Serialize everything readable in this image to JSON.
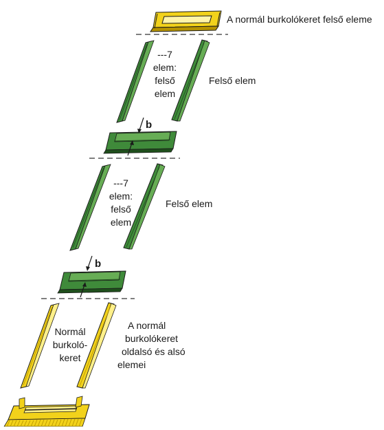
{
  "labels": {
    "top_frame": "A normál burkolókeret felső eleme",
    "step1": {
      "line1": "---7",
      "line2": "elem:",
      "line3": "felső",
      "line4": "elem"
    },
    "step1_side": "Felső elem",
    "b1": "b",
    "step2": {
      "line1": "---7",
      "line2": "elem:",
      "line3": "felső",
      "line4": "elem"
    },
    "step2_side": "Felső elem",
    "b2": "b",
    "normal": {
      "line1": "Normál",
      "line2": "burkoló-",
      "line3": "keret"
    },
    "normal_side": {
      "line1": "A normál",
      "line2": "burkolókeret",
      "line3": "oldalsó és alsó",
      "line4": "elemei"
    }
  },
  "colors": {
    "yellow_fill": "#f2d21b",
    "yellow_dark": "#b59300",
    "green_fill": "#3f8a3a",
    "green_light": "#67ad55",
    "green_dark": "#1f4f1c",
    "outline": "#1a1a1a",
    "dash": "#333333"
  }
}
